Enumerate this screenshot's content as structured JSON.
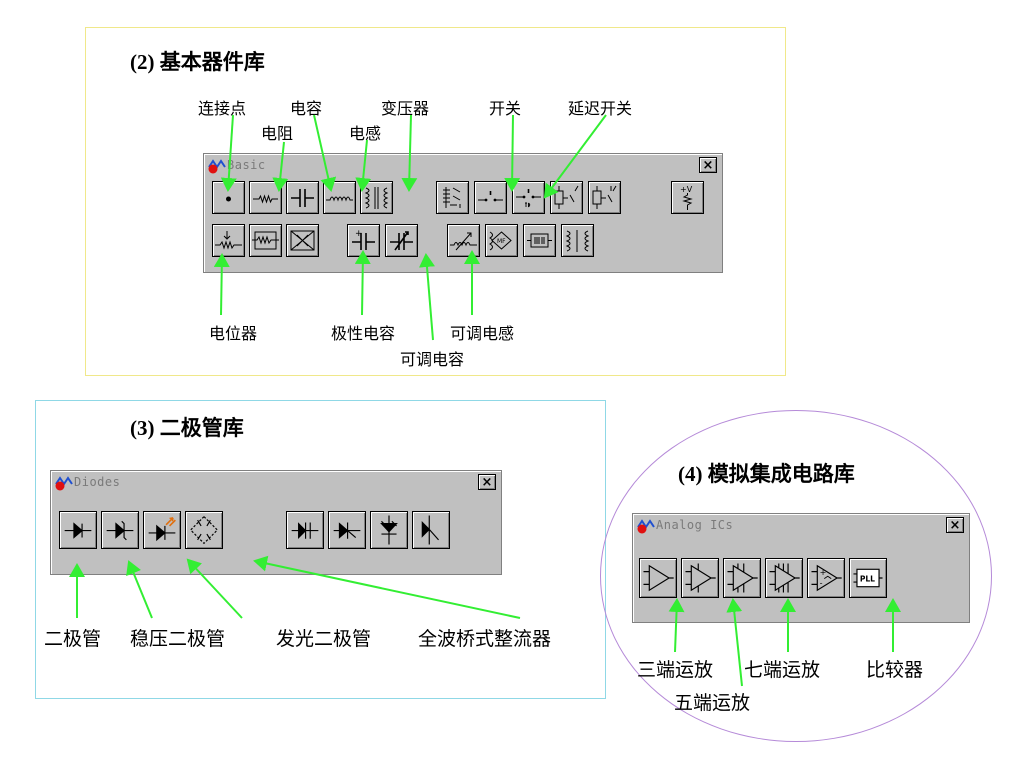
{
  "colors": {
    "arrow": "#33ee33",
    "basic_frame": "#f0e88a",
    "diodes_frame": "#8fd8e6",
    "analog_frame": "#b58ad8"
  },
  "basic": {
    "title": "(2)  基本器件库",
    "window_title": "Basic",
    "close_label": "×",
    "labels": {
      "junction": "连接点",
      "resistor": "电阻",
      "capacitor": "电容",
      "inductor": "电感",
      "transformer": "变压器",
      "switch": "开关",
      "delay_switch": "延迟开关",
      "potentiometer": "电位器",
      "polarized_capacitor": "极性电容",
      "variable_inductor": "可调电感",
      "variable_capacitor": "可调电容"
    },
    "icons_row1": [
      "junction-icon",
      "resistor-icon",
      "capacitor-icon",
      "inductor-icon",
      "transformer-icon",
      "relay-icon",
      "switch-icon",
      "delay-switch-icon",
      "voltage-controlled-switch-icon",
      "current-controlled-switch-icon",
      "pullup-resistor-icon"
    ],
    "icons_row2": [
      "potentiometer-icon",
      "resistor-pack-icon",
      "bridge-icon",
      "polarized-capacitor-icon",
      "variable-capacitor-icon",
      "variable-inductor-icon",
      "magnetic-core-icon",
      "crystal-icon",
      "nonlinear-transformer-icon"
    ]
  },
  "diodes": {
    "title": "(3)  二极管库",
    "window_title": "Diodes",
    "close_label": "×",
    "labels": {
      "diode": "二极管",
      "zener": "稳压二极管",
      "led": "发光二极管",
      "bridge": "全波桥式整流器"
    },
    "icons": [
      "diode-icon",
      "zener-diode-icon",
      "led-icon",
      "bridge-rectifier-icon",
      "schottky-diode-icon",
      "diac-icon",
      "scr-icon",
      "triac-icon"
    ]
  },
  "analog": {
    "title": "(4) 模拟集成电路库",
    "window_title": "Analog ICs",
    "close_label": "×",
    "pll_label": "PLL",
    "labels": {
      "opamp3": "三端运放",
      "opamp5": "五端运放",
      "opamp7": "七端运放",
      "comparator": "比较器"
    },
    "icons": [
      "opamp-3-terminal-icon",
      "opamp-5-terminal-icon",
      "opamp-7-terminal-icon",
      "opamp-9-terminal-icon",
      "comparator-icon",
      "pll-icon"
    ]
  }
}
